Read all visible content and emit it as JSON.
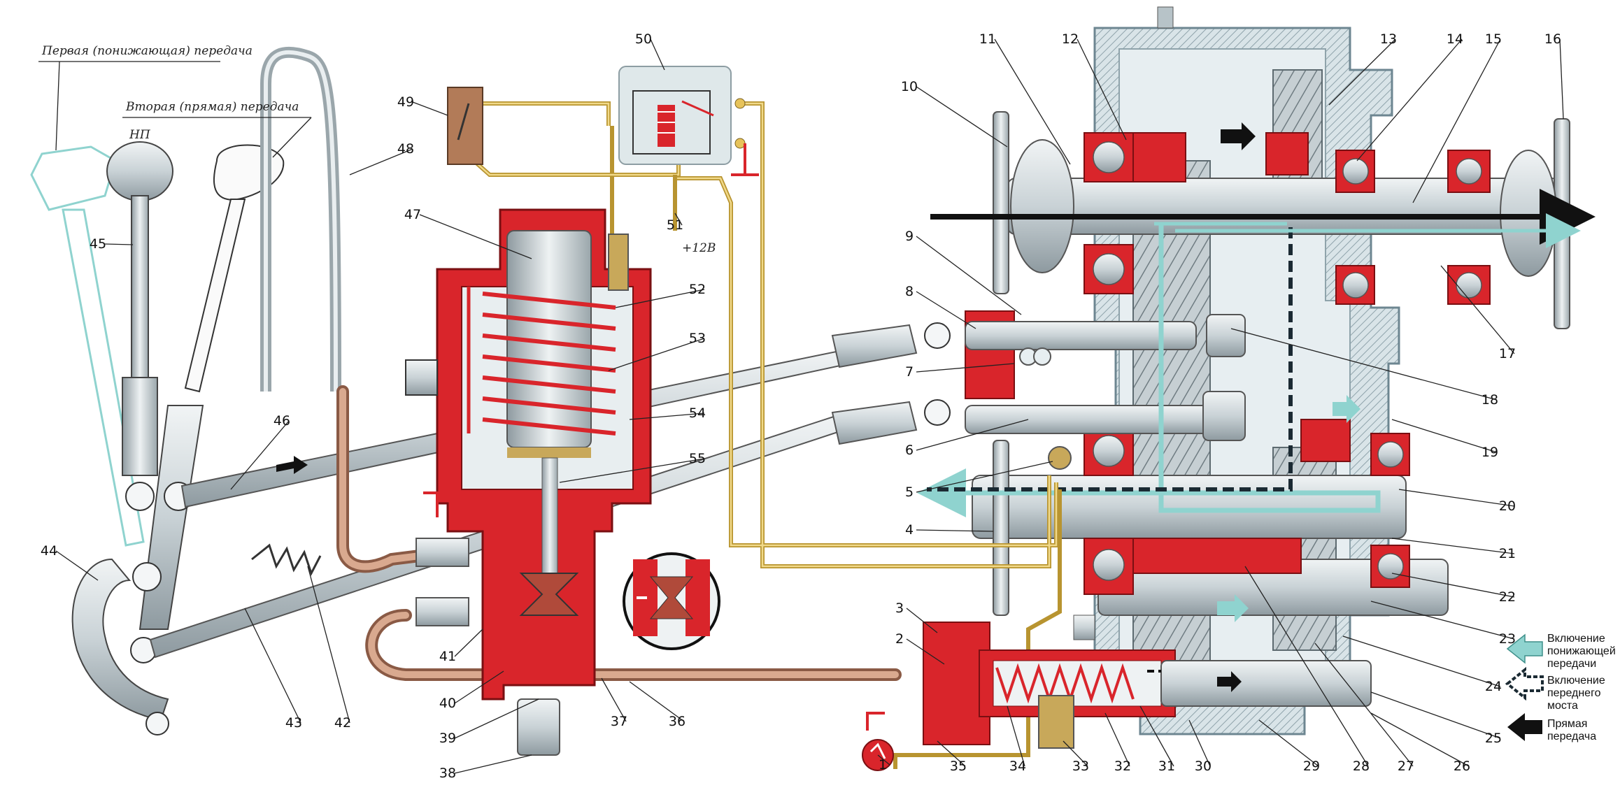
{
  "captions": {
    "first_gear": "Первая (понижающая) передача",
    "second_gear": "Вторая (прямая) передача",
    "neutral": "НП",
    "supply": "+12В"
  },
  "callouts": [
    "1",
    "2",
    "3",
    "4",
    "5",
    "6",
    "7",
    "8",
    "9",
    "10",
    "11",
    "12",
    "13",
    "14",
    "15",
    "16",
    "17",
    "18",
    "19",
    "20",
    "21",
    "22",
    "23",
    "24",
    "25",
    "26",
    "27",
    "28",
    "29",
    "30",
    "31",
    "32",
    "33",
    "34",
    "35",
    "36",
    "37",
    "38",
    "39",
    "40",
    "41",
    "42",
    "43",
    "44",
    "45",
    "46",
    "47",
    "48",
    "49",
    "50",
    "51",
    "52",
    "53",
    "54",
    "55"
  ],
  "legend": [
    {
      "text": [
        "Включение",
        "понижающей",
        "передачи"
      ],
      "color": "#8fd3cf"
    },
    {
      "text": [
        "Включение",
        "переднего",
        "моста"
      ],
      "color": "#1b2a33"
    },
    {
      "text": [
        "Прямая",
        "передача"
      ],
      "color": "#111111"
    }
  ],
  "colors": {
    "housing_red": "#d9252b",
    "metal_light": "#d6dde0",
    "metal_dark": "#8e9aa0",
    "wire_yellow": "#e7c35a",
    "hose_copper": "#c08a6e",
    "flow_cyan": "#8fd3cf",
    "flow_dark": "#1b2a33",
    "flow_black": "#111111",
    "casing_blue": "#cfe3ea"
  }
}
